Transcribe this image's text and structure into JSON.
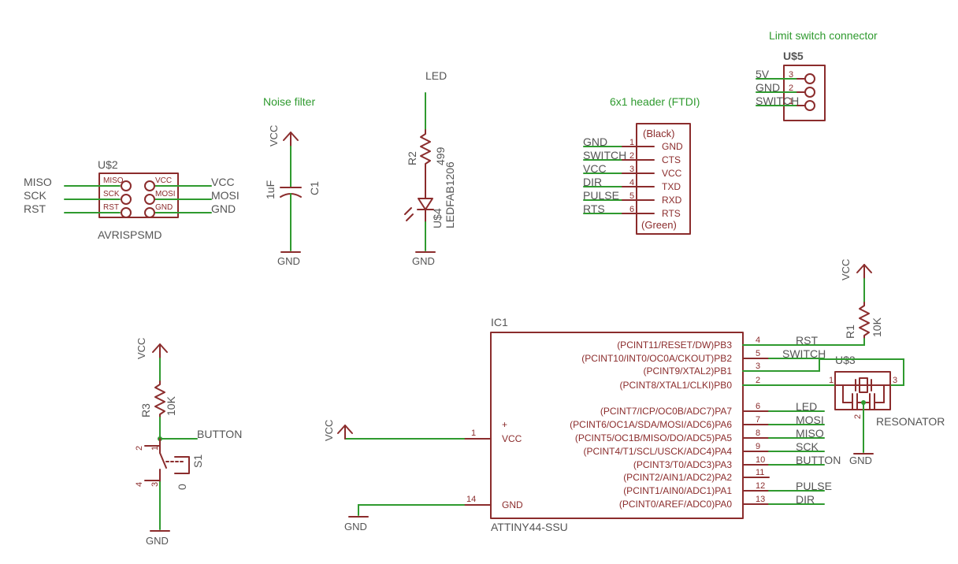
{
  "titles": {
    "noise_filter": "Noise filter",
    "ftdi_header": "6x1 header (FTDI)",
    "limit_switch": "Limit switch connector",
    "led": "LED"
  },
  "power": {
    "vcc": "VCC",
    "gnd": "GND"
  },
  "isp": {
    "ref": "U$2",
    "value": "AVRISPSMD",
    "left_nets": [
      "MISO",
      "SCK",
      "RST"
    ],
    "right_nets": [
      "VCC",
      "MOSI",
      "GND"
    ],
    "left_pins": [
      "MISO",
      "SCK",
      "RST"
    ],
    "right_pins": [
      "VCC",
      "MOSI",
      "GND"
    ]
  },
  "capacitor": {
    "ref": "C1",
    "value": "1uF"
  },
  "led_part": {
    "resistor_ref": "R2",
    "resistor_value": "499",
    "diode_ref": "U$4",
    "diode_value": "LEDFAB1206"
  },
  "ftdi": {
    "top_label": "(Black)",
    "bottom_label": "(Green)",
    "nets": [
      "GND",
      "SWITCH",
      "VCC",
      "DIR",
      "PULSE",
      "RTS"
    ],
    "pin_numbers": [
      "1",
      "2",
      "3",
      "4",
      "5",
      "6"
    ],
    "pin_names": [
      "GND",
      "CTS",
      "VCC",
      "TXD",
      "RXD",
      "RTS"
    ]
  },
  "limit": {
    "ref": "U$5",
    "nets": [
      "5V",
      "GND",
      "SWITCH"
    ],
    "pin_numbers": [
      "3",
      "2",
      "1"
    ]
  },
  "button": {
    "resistor_ref": "R3",
    "resistor_value": "10K",
    "switch_ref": "S1",
    "switch_value": "0",
    "net": "BUTTON",
    "pin_numbers": [
      "2",
      "1",
      "4",
      "3"
    ]
  },
  "mcu": {
    "ref": "IC1",
    "value": "ATTINY44-SSU",
    "vcc_pin_name": "VCC",
    "gnd_pin_name": "GND",
    "vcc_pin_number": "1",
    "gnd_pin_number": "14",
    "pins": [
      {
        "name": "(PCINT11/RESET/DW)PB3",
        "num": "4",
        "net": "RST"
      },
      {
        "name": "(PCINT10/INT0/OC0A/CKOUT)PB2",
        "num": "5",
        "net": "SWITCH"
      },
      {
        "name": "(PCINT9/XTAL2)PB1",
        "num": "3",
        "net": ""
      },
      {
        "name": "(PCINT8/XTAL1/CLKI)PB0",
        "num": "2",
        "net": ""
      },
      {
        "name": "(PCINT7/ICP/OC0B/ADC7)PA7",
        "num": "6",
        "net": "LED"
      },
      {
        "name": "(PCINT6/OC1A/SDA/MOSI/ADC6)PA6",
        "num": "7",
        "net": "MOSI"
      },
      {
        "name": "(PCINT5/OC1B/MISO/DO/ADC5)PA5",
        "num": "8",
        "net": "MISO"
      },
      {
        "name": "(PCINT4/T1/SCL/USCK/ADC4)PA4",
        "num": "9",
        "net": "SCK"
      },
      {
        "name": "(PCINT3/T0/ADC3)PA3",
        "num": "10",
        "net": "BUTTON"
      },
      {
        "name": "(PCINT2/AIN1/ADC2)PA2",
        "num": "11",
        "net": ""
      },
      {
        "name": "(PCINT1/AIN0/ADC1)PA1",
        "num": "12",
        "net": "PULSE"
      },
      {
        "name": "(PCINT0/AREF/ADC0)PA0",
        "num": "13",
        "net": "DIR"
      }
    ]
  },
  "reset_resistor": {
    "ref": "R1",
    "value": "10K",
    "net": "RST"
  },
  "resonator": {
    "ref": "U$3",
    "value": "RESONATOR",
    "pin_numbers": [
      "1",
      "2",
      "3"
    ]
  },
  "colors": {
    "net_wire": "#2f9a2f",
    "symbol": "#8b2c2c",
    "label": "#555555"
  }
}
